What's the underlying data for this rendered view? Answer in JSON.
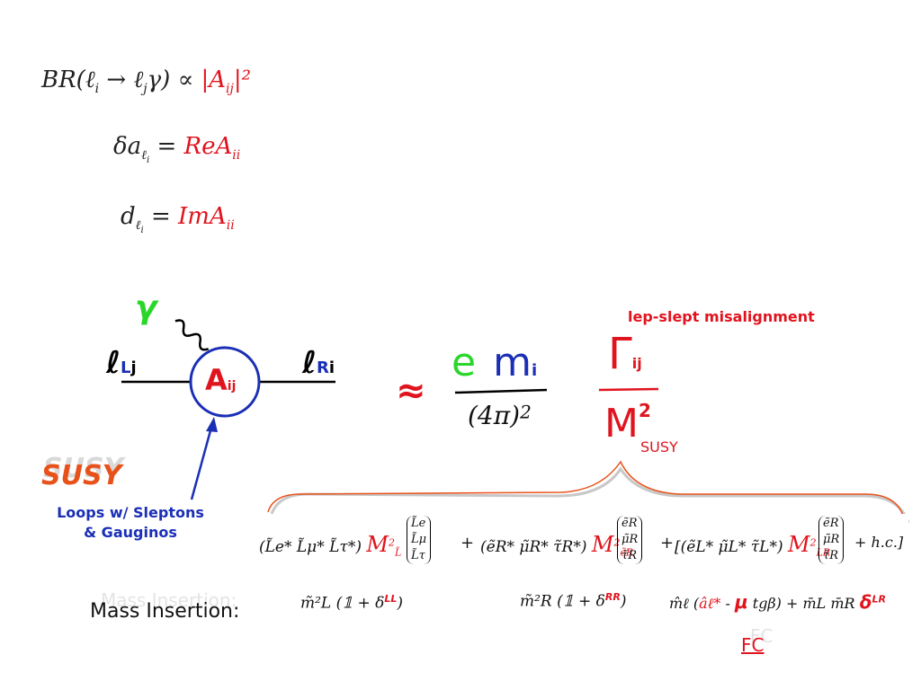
{
  "equations": {
    "br": {
      "lhs": "BR(ℓ",
      "i": "i",
      "arrow": " → ℓ",
      "j": "j",
      "gamma": "γ)  ∝  ",
      "rhs": "|A",
      "rhs_sub": "ij",
      "rhs_sup": "|²"
    },
    "delta_a": {
      "lhs": "δa",
      "sub": "ℓ",
      "sub2": "i",
      "eq": " = ",
      "rhs": "ReA",
      "rhs_sub": "ii"
    },
    "d": {
      "lhs": "d",
      "sub": "ℓ",
      "sub2": "i",
      "eq": " = ",
      "rhs": "ImA",
      "rhs_sub": "ii"
    }
  },
  "diagram": {
    "photon": "γ",
    "left_lepton": "ℓ",
    "left_sub_L": "L",
    "left_sub_j": "j",
    "right_lepton": "ℓ",
    "right_sub_R": "R",
    "right_sub_i": "i",
    "vertex": "A",
    "vertex_sub": "ij"
  },
  "formula": {
    "approx": "≈",
    "num_e": "e",
    "num_m": "m",
    "num_m_sub": "i",
    "den": "(4π)",
    "den_sup": "2",
    "gamma": "Γ",
    "gamma_sub": "ij",
    "M": "M",
    "M_sup": "2",
    "M_sub": "SUSY"
  },
  "annotations": {
    "misalignment": "lep-slept misalignment",
    "susy": "SUSY",
    "loops_line1": "Loops w/ Sleptons",
    "loops_line2": "& Gauginos",
    "mass_insertion": "Mass Insertion:",
    "mass_insertion_ghost": "Mass Insertion:",
    "fc": "FC"
  },
  "mass_matrix": {
    "term1": "(L̃e* L̃μ* L̃τ*)",
    "m1": "M",
    "m1_sup": "2",
    "m1_sub": "L̃",
    "vec1": [
      "L̃e",
      "L̃μ",
      "L̃τ"
    ],
    "plus1": "+",
    "term2": "(ẽR* μ̃R* τ̃R*)",
    "m2": "M",
    "m2_sup": "2",
    "m2_sub": "ẽR",
    "vec2": [
      "ẽR",
      "μ̃R",
      "τ̃R"
    ],
    "plus2": "+",
    "term3": "[(ẽL* μ̃L* τ̃L*)",
    "m3": "M",
    "m3_sup": "2",
    "m3_sub": "LR",
    "vec3": [
      "ẽR",
      "μ̃R",
      "τ̃R"
    ],
    "hc": "+ h.c.]",
    "ins1": "m̃²L (𝟙 + δ",
    "ins1_sup": "LL",
    "ins1_end": ")",
    "ins2": "m̃²R (𝟙 + δ",
    "ins2_sup": "RR",
    "ins2_end": ")",
    "ins3_a": "m̂ℓ (",
    "ins3_b": "âℓ*",
    "ins3_c": " - ",
    "ins3_d": "μ",
    "ins3_e": " tgβ) + m̄L m̄R ",
    "ins3_f": "δ",
    "ins3_sup": "LR"
  },
  "colors": {
    "red": "#e0141e",
    "green": "#2bd62b",
    "blue": "#1a2fb5",
    "orange": "#e8521a"
  }
}
